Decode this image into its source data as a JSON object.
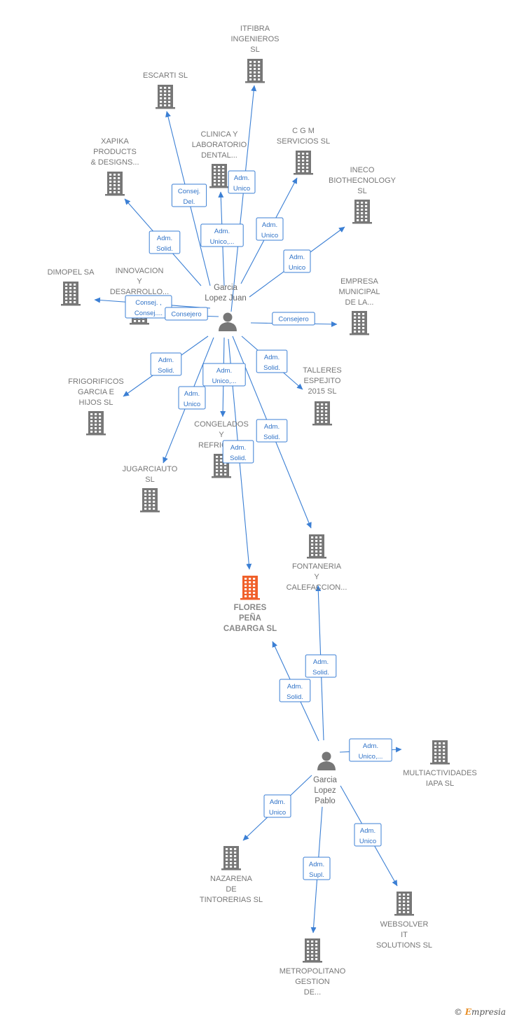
{
  "colors": {
    "edge": "#3b7fd4",
    "building": "#777777",
    "focus_building": "#f0602a",
    "person": "#777777"
  },
  "people": [
    {
      "id": "p1",
      "name_lines": [
        "Garcia",
        "Lopez Juan"
      ]
    },
    {
      "id": "p2",
      "name_lines": [
        "Garcia",
        "Lopez",
        "Pablo"
      ]
    }
  ],
  "companies": [
    {
      "id": "itfibra",
      "lines": [
        "ITFIBRA",
        "INGENIEROS",
        "SL"
      ]
    },
    {
      "id": "escarti",
      "lines": [
        "ESCARTI SL"
      ]
    },
    {
      "id": "clinica",
      "lines": [
        "CLINICA Y",
        "LABORATORIO",
        "DENTAL..."
      ]
    },
    {
      "id": "cgm",
      "lines": [
        "C G M",
        "SERVICIOS  SL"
      ]
    },
    {
      "id": "xapika",
      "lines": [
        "XAPIKA",
        "PRODUCTS",
        "& DESIGNS..."
      ]
    },
    {
      "id": "ineco",
      "lines": [
        "INECO",
        "BIOTHECNOLOGY",
        "SL"
      ]
    },
    {
      "id": "dimopel",
      "lines": [
        "DIMOPEL SA"
      ]
    },
    {
      "id": "innovacion",
      "lines": [
        "INNOVACION",
        "Y",
        "DESARROLLO..."
      ]
    },
    {
      "id": "empresa",
      "lines": [
        "EMPRESA",
        "MUNICIPAL",
        "DE LA..."
      ]
    },
    {
      "id": "frigorificos",
      "lines": [
        "FRIGORIFICOS",
        "GARCIA E",
        "HIJOS  SL"
      ]
    },
    {
      "id": "talleres",
      "lines": [
        "TALLERES",
        "ESPEJITO",
        "2015  SL"
      ]
    },
    {
      "id": "congelados",
      "lines": [
        "CONGELADOS",
        "Y",
        "REFRIGER..."
      ]
    },
    {
      "id": "jugarciauto",
      "lines": [
        "JUGARCIAUTO",
        "SL"
      ]
    },
    {
      "id": "fontaneria",
      "lines": [
        "FONTANERIA",
        "Y",
        "CALEFACCION..."
      ]
    },
    {
      "id": "flores",
      "lines": [
        "FLORES",
        "PEÑA",
        "CABARGA  SL"
      ],
      "focus": true
    },
    {
      "id": "multiactividades",
      "lines": [
        "MULTIACTIVIDADES",
        "IAPA  SL"
      ]
    },
    {
      "id": "nazarena",
      "lines": [
        "NAZARENA",
        "DE",
        "TINTORERIAS SL"
      ]
    },
    {
      "id": "websolver",
      "lines": [
        "WEBSOLVER",
        "IT",
        "SOLUTIONS  SL"
      ]
    },
    {
      "id": "metropolitano",
      "lines": [
        "METROPOLITANO",
        "GESTION",
        "DE..."
      ]
    }
  ],
  "relations": [
    {
      "from": "p1",
      "to": "itfibra",
      "lines": [
        "Adm.",
        "Unico"
      ]
    },
    {
      "from": "p1",
      "to": "escarti",
      "lines": [
        "Consej.",
        "Del."
      ]
    },
    {
      "from": "p1",
      "to": "clinica",
      "lines": [
        "Adm.",
        "Unico,..."
      ]
    },
    {
      "from": "p1",
      "to": "cgm",
      "lines": [
        "Adm.",
        "Unico"
      ]
    },
    {
      "from": "p1",
      "to": "xapika",
      "lines": [
        "Adm.",
        "Solid."
      ]
    },
    {
      "from": "p1",
      "to": "ineco",
      "lines": [
        "Adm.",
        "Unico"
      ]
    },
    {
      "from": "p1",
      "to": "dimopel",
      "lines": [
        "Consej. ,",
        "Consej...."
      ]
    },
    {
      "from": "p1",
      "to": "innovacion",
      "lines": [
        "Consejero"
      ]
    },
    {
      "from": "p1",
      "to": "empresa",
      "lines": [
        "Consejero"
      ]
    },
    {
      "from": "p1",
      "to": "frigorificos",
      "lines": [
        "Adm.",
        "Solid."
      ]
    },
    {
      "from": "p1",
      "to": "talleres",
      "lines": [
        "Adm.",
        "Solid."
      ]
    },
    {
      "from": "p1",
      "to": "congelados",
      "lines": [
        "Adm.",
        "Unico,..."
      ]
    },
    {
      "from": "p1",
      "to": "jugarciauto",
      "lines": [
        "Adm.",
        "Unico"
      ]
    },
    {
      "from": "p1",
      "to": "fontaneria",
      "lines": [
        "Adm.",
        "Solid."
      ]
    },
    {
      "from": "p1",
      "to": "flores",
      "lines": [
        "Adm.",
        "Solid."
      ]
    },
    {
      "from": "p2",
      "to": "fontaneria",
      "lines": [
        "Adm.",
        "Solid."
      ]
    },
    {
      "from": "p2",
      "to": "flores",
      "lines": [
        "Adm.",
        "Solid."
      ]
    },
    {
      "from": "p2",
      "to": "multiactividades",
      "lines": [
        "Adm.",
        "Unico,..."
      ]
    },
    {
      "from": "p2",
      "to": "nazarena",
      "lines": [
        "Adm.",
        "Unico"
      ]
    },
    {
      "from": "p2",
      "to": "websolver",
      "lines": [
        "Adm.",
        "Unico"
      ]
    },
    {
      "from": "p2",
      "to": "metropolitano",
      "lines": [
        "Adm.",
        "Supl."
      ]
    }
  ],
  "brand": {
    "copyright": "©",
    "first_letter": "E",
    "rest": "mpresia"
  }
}
